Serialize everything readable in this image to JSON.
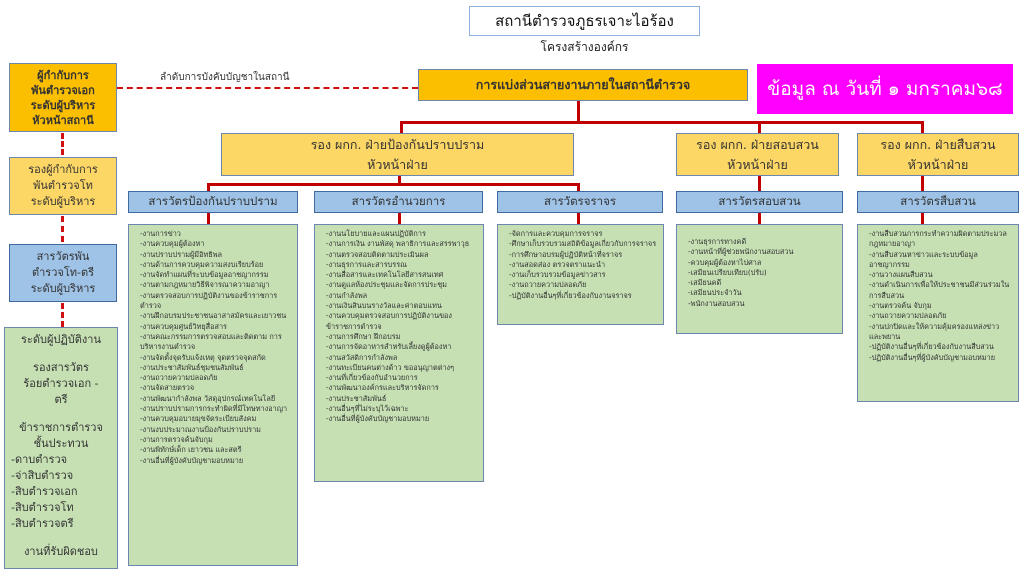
{
  "header": {
    "title": "สถานีตำรวจภูธรเจาะไอร้อง",
    "subtitle": "โครงสร้างองค์กร"
  },
  "data_date_banner": "ข้อมูล ณ วันที่ ๑ มกราคม๖๘",
  "chain_of_command_label": "ลำดับการบังคับบัญชาในสถานี",
  "left_column": {
    "superintendent": [
      "ผู้กำกับการ",
      "พันตำรวจเอก",
      "ระดับผู้บริหาร",
      "หัวหน้าสถานี"
    ],
    "deputy_superintendent": [
      "รองผู้กำกับการ",
      "พันตำรวจโท",
      "ระดับผู้บริหาร"
    ],
    "inspector": [
      "สารวัตรพัน",
      "ตำรวจโท-ตรี",
      "ระดับผู้บริหาร"
    ],
    "operational": {
      "heading": "ระดับผู้ปฏิบัติงาน",
      "deputy_inspector": [
        "รองสารวัตร",
        "ร้อยตำรวจเอก -",
        "ตรี"
      ],
      "noncom_heading": [
        "ข้าราชการตำรวจ",
        "ชั้นประทวน"
      ],
      "ranks": [
        "-ดาบตำรวจ",
        "-จ่าสิบตำรวจ",
        "-สิบตำรวจเอก",
        "-สิบตำรวจโท",
        "-สิบตำรวจตรี"
      ],
      "footer": "งานที่รับผิดชอบ"
    }
  },
  "division_header": "การแบ่งส่วนสายงานภายในสถานีตำรวจ",
  "deputies": [
    {
      "title": "รอง ผกก. ฝ่ายป้องกันปราบปราม",
      "sub": "หัวหน้าฝ่าย"
    },
    {
      "title": "รอง ผกก. ฝ่ายสอบสวน",
      "sub": "หัวหน้าฝ่าย"
    },
    {
      "title": "รอง ผกก. ฝ่ายสืบสวน",
      "sub": "หัวหน้าฝ่าย"
    }
  ],
  "divisions": [
    {
      "name": "สารวัตรป้องกันปราบปราม",
      "duties": [
        "-งานการข่าว",
        "-งานควบคุมผู้ต้องหา",
        "-งานปราบปรามผู้มีอิทธิพล",
        "-งานด้านการควบคุมความสงบเรียบร้อย",
        "-งานจัดทำแผนที่ระบบข้อมูลอาชญากรรม",
        "-งานตามกฎหมายวิธีพิจารณาความอาญา",
        "-งานตรวจสอบการปฏิบัติงานของข้าราชการตำรวจ",
        "-งานฝึกอบรมประชาชนอาสาสมัครและเยาวชน",
        "-งานควบคุมศูนย์วิทยุสื่อสาร",
        "-งานคณะกรรมการตรวจสอบและติดตาม การบริหารงานตำรวจ",
        "-งานจัดตั้งจุดรับแจ้งเหตุ จุดตรวจจุดสกัด",
        "-งานประชาสัมพันธ์ชุมชนสัมพันธ์",
        "-งานถวายความปลอดภัย",
        "-งานจัดสายตรวจ",
        "-งานพัฒนากำลังพล วัสดุอุปกรณ์เทคโนโลยี",
        "-งานปราบปรามการกระทำผิดที่มีโทษทางอาญา",
        "-งานควบคุมอบายมุขจัดระเบียบสังคม",
        "-งานงบประมาณงานป้องกันปราบปราม",
        "-งานการตรวจค้นจับกุม",
        "-งานพิทักษ์เด็ก เยาวชน และสตรี",
        "-งานอื่นที่ผู้บังคับบัญชามอบหมาย"
      ]
    },
    {
      "name": "สารวัตรอำนวยการ",
      "duties": [
        "-งานนโยบายและแผนปฏิบัติการ",
        "-งานการเงิน งานพัสดุ พลาธิการและสรรพาวุธ",
        "-งานตรวจสอบติดตามประเมินผล",
        "-งานธุรการและสารบรรณ",
        "-งานสื่อสารและเทคโนโลยีสารสนเทศ",
        "-งานดูแลห้องประชุมและจัดการประชุม",
        "-งานกำลังพล",
        "-งานเงินสินบนรางวัลและค่าตอบแทน",
        "-งานควบคุมตรวจสอบการปฏิบัติงานของข้าราชการตำรวจ",
        "-งานการศึกษา ฝึกอบรม",
        "-งานการจัดอาหารสำหรับเลี้ยงดูผู้ต้องหา",
        "-งานสวัสดิการกำลังพล",
        "-งานทะเบียนคนต่างด้าว ขออนุญาตต่างๆ",
        "-งานที่เกี่ยวข้องกับอำนวยการ",
        "-งานพัฒนาองค์กรและบริหารจัดการ",
        "-งานประชาสัมพันธ์",
        "-งานอื่นๆที่ไม่ระบุไว้เฉพาะ",
        "-งานอื่นที่ผู้บังคับบัญชามอบหมาย"
      ]
    },
    {
      "name": "สารวัตรจราจร",
      "duties": [
        "-จัดการและควบคุมการจราจร",
        "-ศึกษาเก็บรวบรวมสถิติข้อมูลเกี่ยวกับการจราจร",
        "-การศึกษาอบรมผู้ปฏิบัติหน้าที่จราจร",
        "-งานสอดส่อง ตรวจตราแนะนำ",
        "-งานเก็บรวบรวมข้อมูลข่าวสาร",
        "-งานถวายความปลอดภัย",
        "-ปฏิบัติงานอื่นๆที่เกี่ยวข้องกับงานจราจร"
      ]
    },
    {
      "name": "สารวัตรสอบสวน",
      "duties": [
        "-งานธุรการทางคดี",
        "-งานหน้าที่ผู้ช่วยพนักงานสอบสวน",
        "-ควบคุมผู้ต้องหาไปศาล",
        "-เสมียนเปรียบเทียบ(ปรับ)",
        "-เสมียนคดี",
        "-เสมียนประจำวัน",
        "-พนักงานสอบสวน"
      ]
    },
    {
      "name": "สารวัตรสืบสวน",
      "duties": [
        "-งานสืบสวนการกระทำความผิดตามประมวลกฎหมายอาญา",
        "-งานสืบสวนหาข่าวและระบบข้อมูลอาชญากรรม",
        "-งานวางแผนสืบสวน",
        "-งานดำเนินการเพื่อให้ประชาชนมีส่วนร่วมในการสืบสวน",
        "-งานตรวจค้น จับกุม",
        "-งานถวายความปลอดภัย",
        "-งานปกปิดและให้ความคุ้มครองแหล่งข่าวและพยาน",
        "-ปฏิบัติงานอื่นๆที่เกี่ยวข้องกับงานสืบสวน",
        "-ปฏิบัติงานอื่นๆที่ผู้บังคับบัญชามอบหมาย"
      ]
    }
  ],
  "colors": {
    "executive": "#fcbf00",
    "deputy": "#fdd766",
    "division": "#9fc3e7",
    "duties": "#c6e0b4",
    "connector": "#c00000",
    "banner": "#ff00ff"
  }
}
